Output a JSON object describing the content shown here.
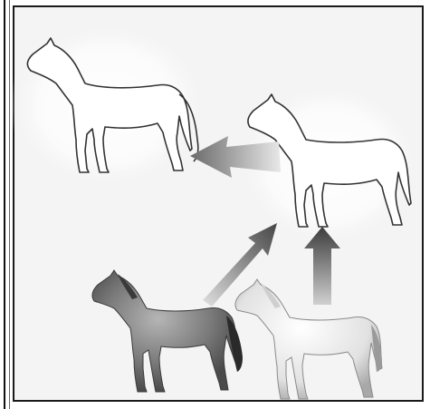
{
  "figure": {
    "description_labels": [],
    "colors": {
      "frame": "#1a1a1a",
      "background": "#f4f4f4",
      "arrow_dark": "#5a5a5a",
      "arrow_light": "#c8c8c8",
      "horse_dark": "#6e6e6e",
      "horse_light": "#e6e6e6",
      "outline": "#333333"
    },
    "icons": [
      "outline-horse",
      "outline-horse",
      "dark-horse",
      "white-horse",
      "arrow",
      "arrow",
      "arrow"
    ]
  }
}
